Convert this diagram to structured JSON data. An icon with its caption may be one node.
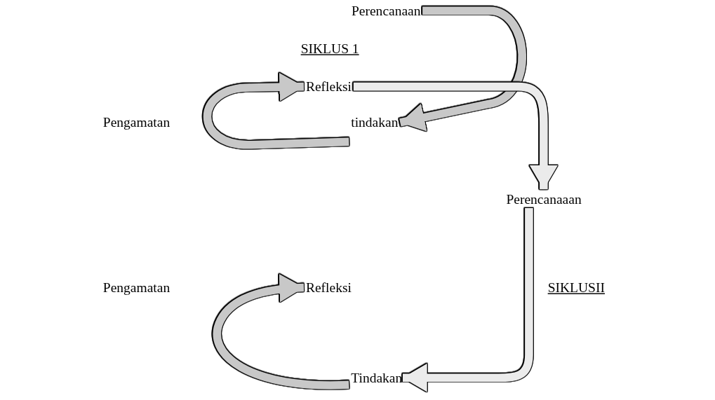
{
  "diagram": {
    "nodes": [
      {
        "text": [
          "Perencanaan"
        ]
      },
      {
        "text": [
          "Refleksi"
        ]
      },
      {
        "text": [
          "Pengamatan"
        ]
      },
      {
        "text": [
          "tindakan"
        ]
      },
      {
        "text": [
          "Perencanaaan"
        ]
      },
      {
        "text": [
          "Pengamatan"
        ]
      },
      {
        "text": [
          "Refleksi"
        ]
      },
      {
        "text": [
          "Tindakan"
        ]
      }
    ],
    "edges": [
      {
        "from": 0,
        "to": 3,
        "arrow": "to"
      },
      {
        "from": 3,
        "to": 1,
        "arrow": "to"
      },
      {
        "from": 1,
        "to": 4,
        "arrow": "to"
      },
      {
        "from": 4,
        "to": 7,
        "arrow": "to"
      },
      {
        "from": 7,
        "to": 6,
        "arrow": "to"
      }
    ],
    "labels": [
      "SIKLUS 1",
      "SIKLUSII"
    ]
  }
}
